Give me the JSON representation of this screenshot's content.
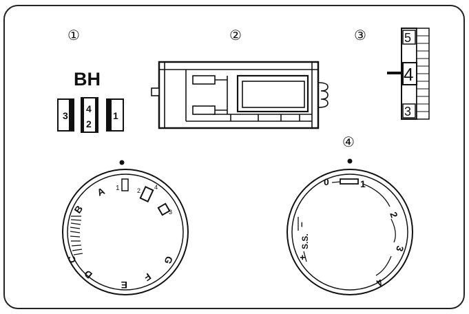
{
  "step_markers": [
    "①",
    "②",
    "③",
    "④"
  ],
  "buttonhole_panel": {
    "title": "BH",
    "steps": [
      {
        "id": "step-3",
        "lines": [
          "3"
        ]
      },
      {
        "id": "step-4-2",
        "lines": [
          "4",
          "2"
        ]
      },
      {
        "id": "step-1",
        "lines": [
          "1"
        ]
      }
    ]
  },
  "stitch_length_scale": {
    "labels": [
      "5",
      "4",
      "3"
    ]
  },
  "pattern_dial": {
    "labels": [
      "1",
      "A",
      "B",
      "C",
      "D",
      "E",
      "F",
      "G"
    ],
    "small_labels": [
      "2",
      "4",
      "3"
    ]
  },
  "length_dial": {
    "labels": [
      "0",
      "1",
      "2",
      "3",
      "4"
    ],
    "ss_label": "S.S.",
    "minus_label": "–",
    "plus_label": "+"
  }
}
